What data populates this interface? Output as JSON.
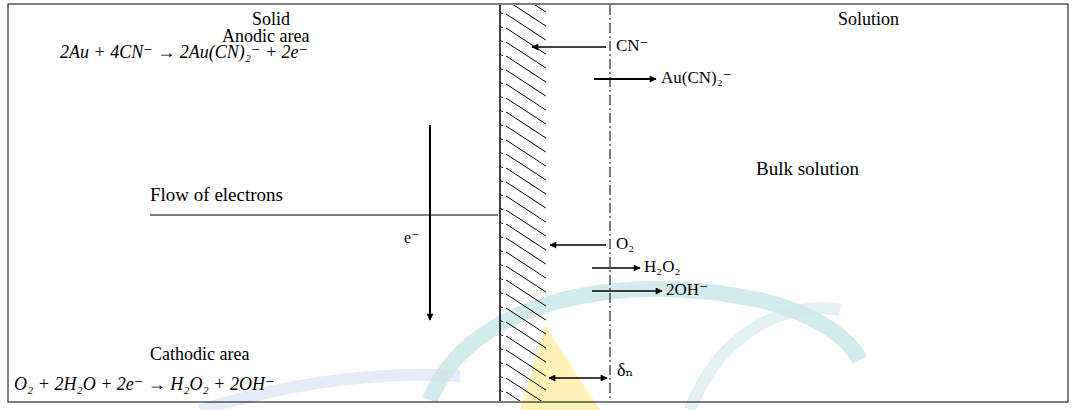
{
  "diagram": {
    "labels": [
      "Solid",
      "Anodic area",
      "2Au + 4CN⁻ → 2Au(CN)₂⁻ + 2e⁻",
      "Flow of electrons",
      "e⁻",
      "Cathodic area",
      "O₂ + 2H₂O + 2e⁻ → H₂O₂ + 2OH⁻",
      "Solution",
      "CN⁻",
      "Au(CN)₂⁻",
      "Bulk solution",
      "O₂",
      "H₂O₂",
      "2OH⁻",
      "δₙ"
    ]
  }
}
